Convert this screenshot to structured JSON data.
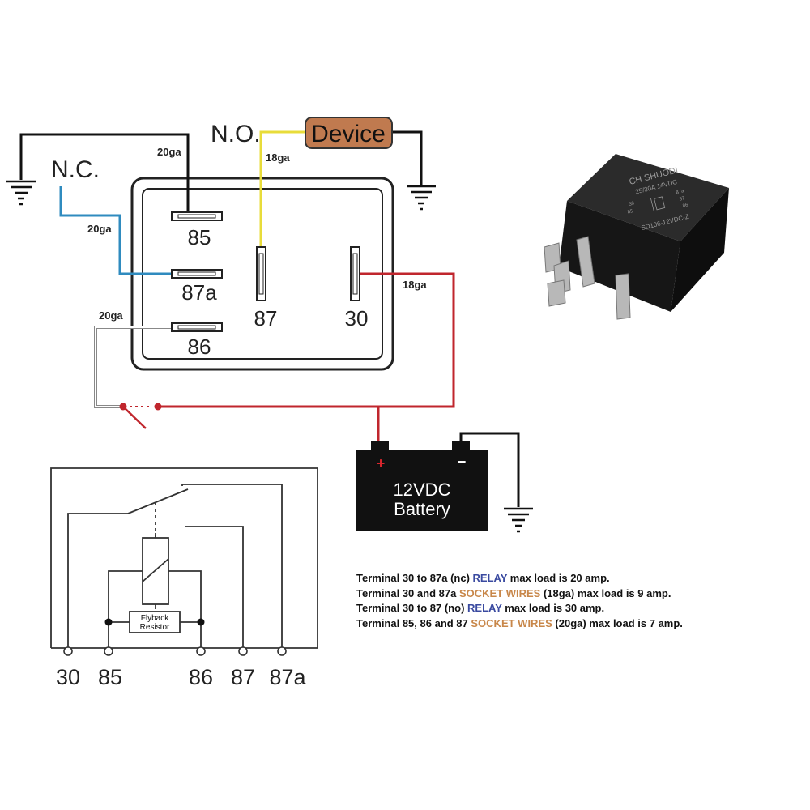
{
  "wiring": {
    "nc_label": "N.C.",
    "no_label": "N.O.",
    "device_label": "Device",
    "gauge_85": "20ga",
    "gauge_87a": "20ga",
    "gauge_86": "20ga",
    "gauge_87": "18ga",
    "gauge_30": "18ga",
    "terminal_85": "85",
    "terminal_87a": "87a",
    "terminal_86": "86",
    "terminal_87": "87",
    "terminal_30": "30",
    "battery_line1": "12VDC",
    "battery_line2": "Battery",
    "battery_plus": "+",
    "battery_minus": "−"
  },
  "product": {
    "brand": "CH SHUODI",
    "rating": "25/30A 14VDC",
    "model": "SD106-12VDC-Z",
    "pin_30": "30",
    "pin_85": "85",
    "pin_86": "86",
    "pin_87": "87",
    "pin_87a": "87a"
  },
  "schematic": {
    "component_label_1": "Flyback",
    "component_label_2": "Resistor",
    "pins": [
      "30",
      "85",
      "86",
      "87",
      "87a"
    ]
  },
  "notes": [
    {
      "pre": "Terminal 30 to 87a (nc) ",
      "keyword": "RELAY",
      "kind": "relay",
      "post": " max load is 20 amp."
    },
    {
      "pre": "Terminal 30 and 87a ",
      "keyword": "SOCKET WIRES",
      "kind": "socket",
      "post": " (18ga) max load is 9 amp."
    },
    {
      "pre": "Terminal 30 to 87 (no) ",
      "keyword": "RELAY",
      "kind": "relay",
      "post": " max load is 30 amp."
    },
    {
      "pre": "Terminal 85, 86 and 87 ",
      "keyword": "SOCKET WIRES",
      "kind": "socket",
      "post": " (20ga) max load is 7 amp."
    }
  ],
  "colors": {
    "wire_black": "#111111",
    "wire_blue": "#2f8bbf",
    "wire_yellow": "#e8dc3a",
    "wire_red": "#c0262d",
    "wire_white_outline": "#888888",
    "device_fill": "#c07a4f",
    "relay_body": "#1a1a1a",
    "keyword_relay": "#3a4aa0",
    "keyword_socket": "#c8874a"
  }
}
